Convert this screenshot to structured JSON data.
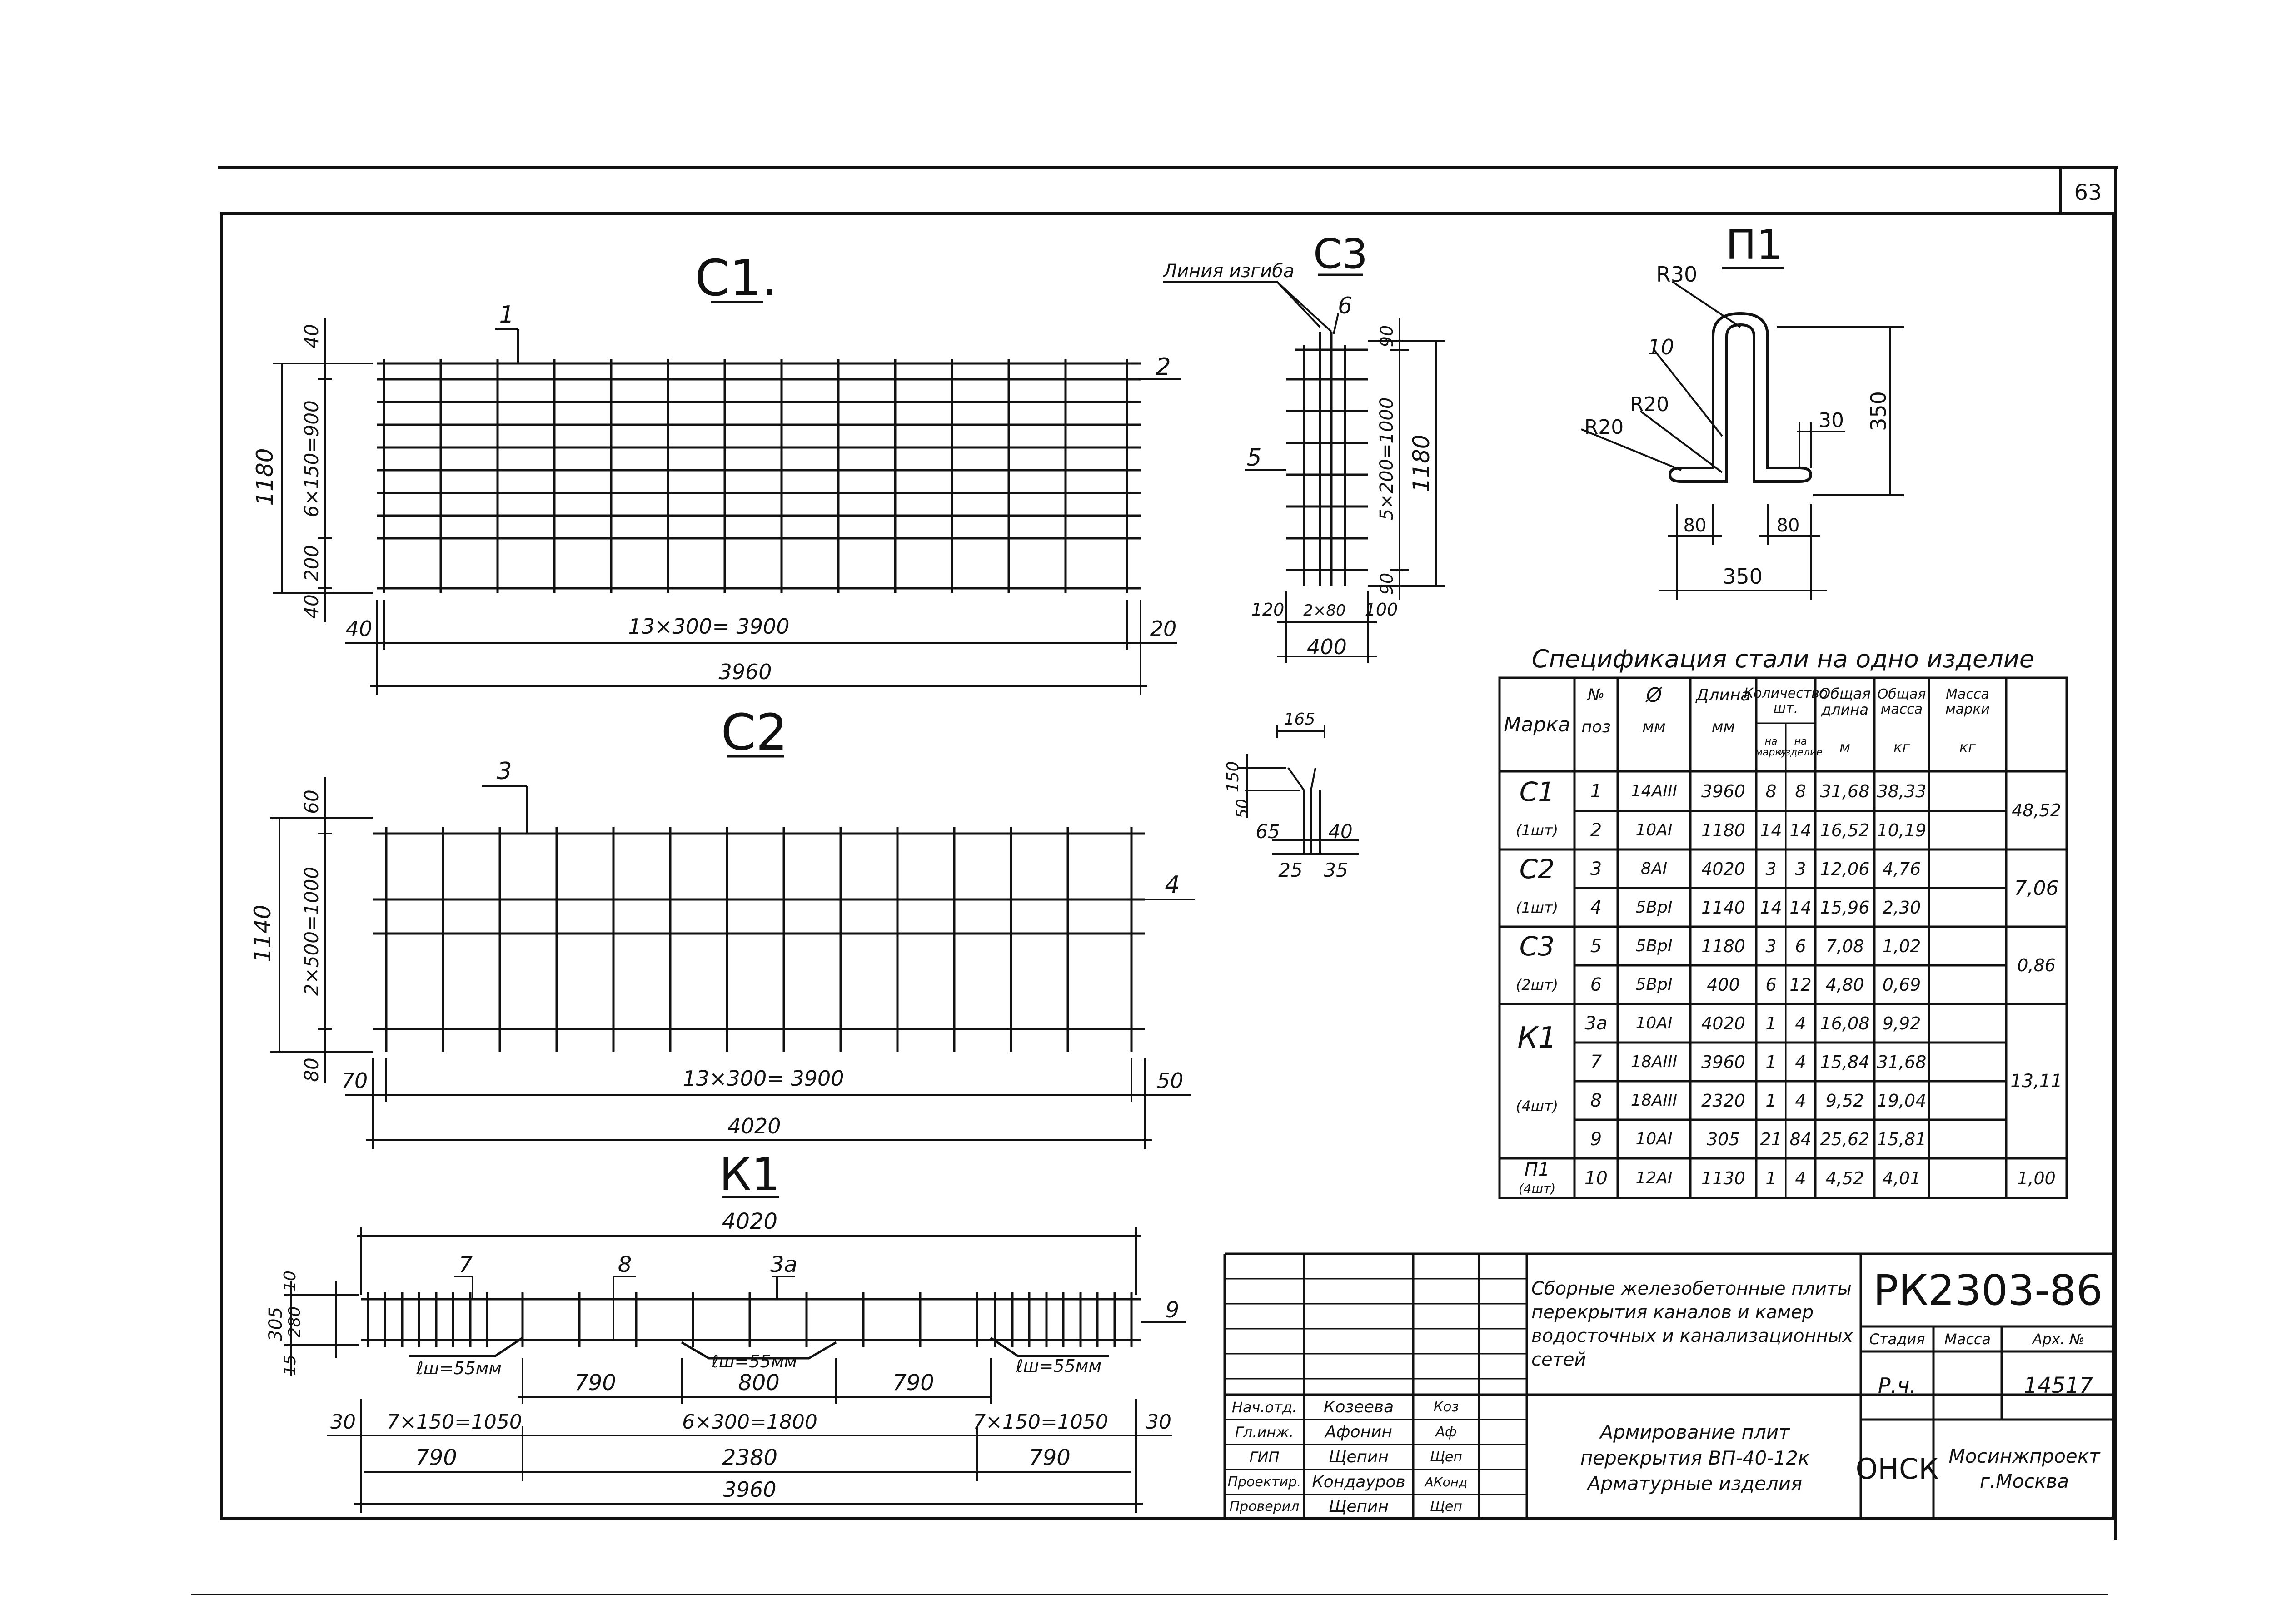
{
  "sheet_number": "63",
  "drawings": {
    "c1": {
      "title": "С1.",
      "pos_top": "1",
      "pos_right": "2",
      "dim_height_total": "1180",
      "dim_top": "40",
      "dim_middle": "6×150=900",
      "dim_lower": "200",
      "dim_bottom": "40",
      "dim_left": "40",
      "dim_span": "13×300= 3900",
      "dim_right": "20",
      "dim_total": "3960"
    },
    "c2": {
      "title": "С2",
      "pos_top": "3",
      "pos_right": "4",
      "dim_height_total": "1140",
      "dim_top": "60",
      "dim_middle": "2×500=1000",
      "dim_bottom": "80",
      "dim_left": "70",
      "dim_span": "13×300= 3900",
      "dim_right": "50",
      "dim_total": "4020"
    },
    "c3": {
      "title": "С3",
      "bend_line_label": "Линия изгиба",
      "pos_top": "6",
      "pos_left": "5",
      "dim_top": "90",
      "dim_middle": "5×200=1000",
      "dim_bottom": "90",
      "dim_height_total": "1180",
      "dim_left": "120",
      "dim_center": "2×80",
      "dim_right": "100",
      "dim_total": "400"
    },
    "detail": {
      "dim_top": "165",
      "dim_left_top": "150",
      "dim_left_bottom": "50",
      "dim_left": "65",
      "dim_right": "40",
      "dim_bottom_left": "25",
      "dim_bottom_right": "35"
    },
    "p1": {
      "title": "П1",
      "radius_top": "R30",
      "pos": "10",
      "radius_mid": "R20",
      "radius_low": "R20",
      "dim_gap": "30",
      "dim_height": "350",
      "dim_left_foot": "80",
      "dim_right_foot": "80",
      "dim_width": "350"
    },
    "k1": {
      "title": "К1",
      "dim_total_top": "4020",
      "pos_a": "7",
      "pos_b": "8",
      "pos_c": "3а",
      "pos_right": "9",
      "dim_h_total": "305",
      "dim_h_top": "10",
      "dim_h_mid": "280",
      "dim_h_bottom": "15",
      "weld_left": "ℓш=55мм",
      "weld_mid": "ℓш=55мм",
      "weld_right": "ℓш=55мм",
      "dim_790_a": "790",
      "dim_800": "800",
      "dim_790_b": "790",
      "dim_edge_left": "30",
      "dim_seg1": "7×150=1050",
      "dim_seg2": "6×300=1800",
      "dim_seg3": "7×150=1050",
      "dim_edge_right": "30",
      "dim_low1": "790",
      "dim_low2": "2380",
      "dim_low3": "790",
      "dim_total_bottom": "3960"
    }
  },
  "spec": {
    "title": "Спецификация стали на одно изделие",
    "headers": {
      "mark": "Марка",
      "pos_no": "№",
      "pos": "поз",
      "diam": "Ø",
      "diam_unit": "мм",
      "length": "Длина",
      "length_unit": "мм",
      "qty": "Количество шт.",
      "qty_per_mark": "на марку",
      "qty_per_item": "на изделие",
      "total_len": "Общая длина",
      "total_len_unit": "м",
      "total_mass": "Общая масса",
      "total_mass_unit": "кг",
      "mark_mass": "Масса марки",
      "mark_mass_unit": "кг"
    },
    "groups": [
      {
        "mark": "С1",
        "count": "(1шт)",
        "mass": "48,52",
        "rows": [
          {
            "pos": "1",
            "diam": "14АIII",
            "length": "3960",
            "qmark": "8",
            "qitem": "8",
            "tlen": "31,68",
            "tmass": "38,33"
          },
          {
            "pos": "2",
            "diam": "10АI",
            "length": "1180",
            "qmark": "14",
            "qitem": "14",
            "tlen": "16,52",
            "tmass": "10,19"
          }
        ]
      },
      {
        "mark": "С2",
        "count": "(1шт)",
        "mass": "7,06",
        "rows": [
          {
            "pos": "3",
            "diam": "8АI",
            "length": "4020",
            "qmark": "3",
            "qitem": "3",
            "tlen": "12,06",
            "tmass": "4,76"
          },
          {
            "pos": "4",
            "diam": "5ВрI",
            "length": "1140",
            "qmark": "14",
            "qitem": "14",
            "tlen": "15,96",
            "tmass": "2,30"
          }
        ]
      },
      {
        "mark": "С3",
        "count": "(2шт)",
        "mass": "0,86",
        "rows": [
          {
            "pos": "5",
            "diam": "5ВрI",
            "length": "1180",
            "qmark": "3",
            "qitem": "6",
            "tlen": "7,08",
            "tmass": "1,02"
          },
          {
            "pos": "6",
            "diam": "5ВрI",
            "length": "400",
            "qmark": "6",
            "qitem": "12",
            "tlen": "4,80",
            "tmass": "0,69"
          }
        ]
      },
      {
        "mark": "К1",
        "count": "(4шт)",
        "mass": "13,11",
        "rows": [
          {
            "pos": "3а",
            "diam": "10АI",
            "length": "4020",
            "qmark": "1",
            "qitem": "4",
            "tlen": "16,08",
            "tmass": "9,92"
          },
          {
            "pos": "7",
            "diam": "18АIII",
            "length": "3960",
            "qmark": "1",
            "qitem": "4",
            "tlen": "15,84",
            "tmass": "31,68"
          },
          {
            "pos": "8",
            "diam": "18АIII",
            "length": "2320",
            "qmark": "1",
            "qitem": "4",
            "tlen": "9,52",
            "tmass": "19,04"
          },
          {
            "pos": "9",
            "diam": "10АI",
            "length": "305",
            "qmark": "21",
            "qitem": "84",
            "tlen": "25,62",
            "tmass": "15,81"
          }
        ]
      },
      {
        "mark": "П1",
        "count": "(4шт)",
        "mass": "1,00",
        "rows": [
          {
            "pos": "10",
            "diam": "12АI",
            "length": "1130",
            "qmark": "1",
            "qitem": "4",
            "tlen": "4,52",
            "tmass": "4,01"
          }
        ]
      }
    ]
  },
  "title_block": {
    "project_title": "Сборные железобетонные плиты перекрытия каналов и камер водосточных и канализационных сетей",
    "doc_code": "РК2303-86",
    "stage_label": "Стадия",
    "mass_label": "Масса",
    "archive_label": "Арх. №",
    "stage_value": "Р.ч.",
    "archive_value": "14517",
    "drawing_title": "Армирование плит перекрытия ВП-40-12к Арматурные изделия",
    "org_code": "ОНСК",
    "org_name": "Мосинжпроект г.Москва",
    "staff": [
      {
        "role": "Нач.отд.",
        "name": "Козеева",
        "sign": "Коз"
      },
      {
        "role": "Гл.инж.",
        "name": "Афонин",
        "sign": "Аф"
      },
      {
        "role": "ГИП",
        "name": "Щепин",
        "sign": "Щеп"
      },
      {
        "role": "Проектир.",
        "name": "Кондауров",
        "sign": "АКонд"
      },
      {
        "role": "Проверил",
        "name": "Щепин",
        "sign": "Щеп"
      }
    ]
  }
}
